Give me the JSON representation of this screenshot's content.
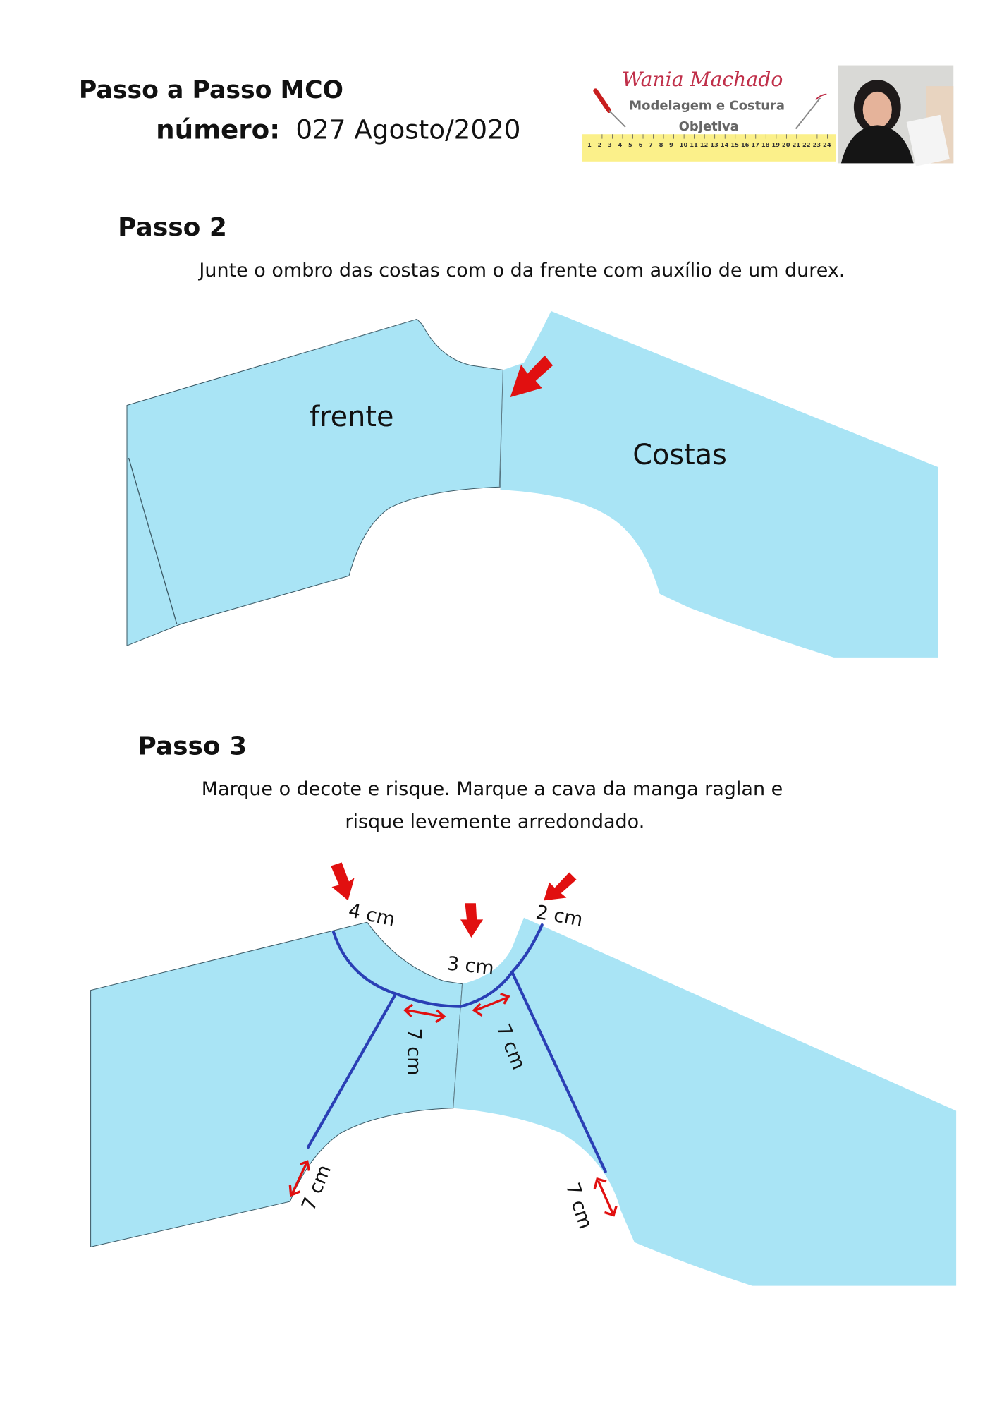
{
  "header": {
    "title": "Passo a Passo MCO",
    "number_label": "número:",
    "number_value": "027 Agosto/2020"
  },
  "logo": {
    "script_name": "Wania Machado",
    "line1": "Modelagem e Costura",
    "line2": "Objetiva",
    "ruler_numbers": [
      "1",
      "2",
      "3",
      "4",
      "5",
      "6",
      "7",
      "8",
      "9",
      "10",
      "11",
      "12",
      "13",
      "14",
      "15",
      "16",
      "17",
      "18",
      "19",
      "20",
      "21",
      "22",
      "23",
      "24"
    ]
  },
  "step2": {
    "heading": "Passo 2",
    "instruction": "Junte o ombro das costas com o da frente com auxílio de um durex.",
    "label_front": "frente",
    "label_back": "Costas"
  },
  "step3": {
    "heading": "Passo 3",
    "instruction_line1": "Marque o decote e risque. Marque a cava da manga raglan e",
    "instruction_line2": "risque levemente arredondado.",
    "measure_front_neck": "4 cm",
    "measure_center_neck": "3 cm",
    "measure_back_neck": "2 cm",
    "measure_front_raglan_top": "7 cm",
    "measure_back_raglan_top": "7 cm",
    "measure_front_armhole": "7 cm",
    "measure_back_armhole": "7 cm"
  },
  "colors": {
    "pattern_paper": "#a9e4f5",
    "marker_blue": "#2a3fb5",
    "arrow_red": "#e11010"
  }
}
